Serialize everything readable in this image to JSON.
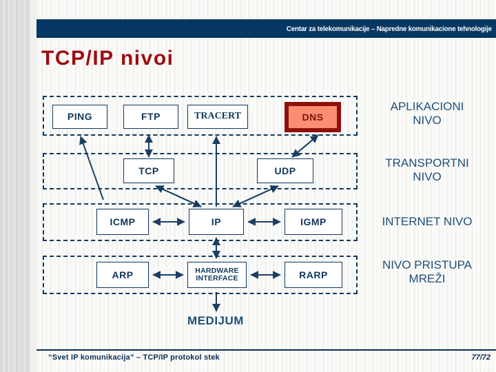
{
  "header": {
    "title": "Centar za telekomunikacije – Napredne komunikacione tehnologije",
    "bar_color": "#073763"
  },
  "slide": {
    "title": "TCP/IP nivoi",
    "title_color": "#9e0b0f"
  },
  "diagram": {
    "accent_color": "#11365b",
    "highlight_fill": "#fa8e73",
    "highlight_border": "#8e1008",
    "layers": [
      {
        "id": "application",
        "side_label": "APLIKACIONI\nNIVO",
        "nodes": [
          {
            "label": "PING",
            "highlight": false
          },
          {
            "label": "FTP",
            "highlight": false
          },
          {
            "label": "TRACERT",
            "highlight": false
          },
          {
            "label": "DNS",
            "highlight": true
          }
        ]
      },
      {
        "id": "transport",
        "side_label": "TRANSPORTNI\nNIVO",
        "nodes": [
          {
            "label": "TCP",
            "highlight": false
          },
          {
            "label": "UDP",
            "highlight": false
          }
        ]
      },
      {
        "id": "internet",
        "side_label": "INTERNET NIVO",
        "nodes": [
          {
            "label": "ICMP",
            "highlight": false
          },
          {
            "label": "IP",
            "highlight": false
          },
          {
            "label": "IGMP",
            "highlight": false
          }
        ]
      },
      {
        "id": "network-access",
        "side_label": "NIVO PRISTUPA\nMREŽI",
        "nodes": [
          {
            "label": "ARP",
            "highlight": false
          },
          {
            "label": "HARDWARE\nINTERFACE",
            "highlight": false
          },
          {
            "label": "RARP",
            "highlight": false
          }
        ]
      }
    ],
    "medium_label": "MEDIJUM"
  },
  "footer": {
    "text": "“Svet IP komunikacija” – TCP/IP protokol stek",
    "page": "77/72"
  }
}
